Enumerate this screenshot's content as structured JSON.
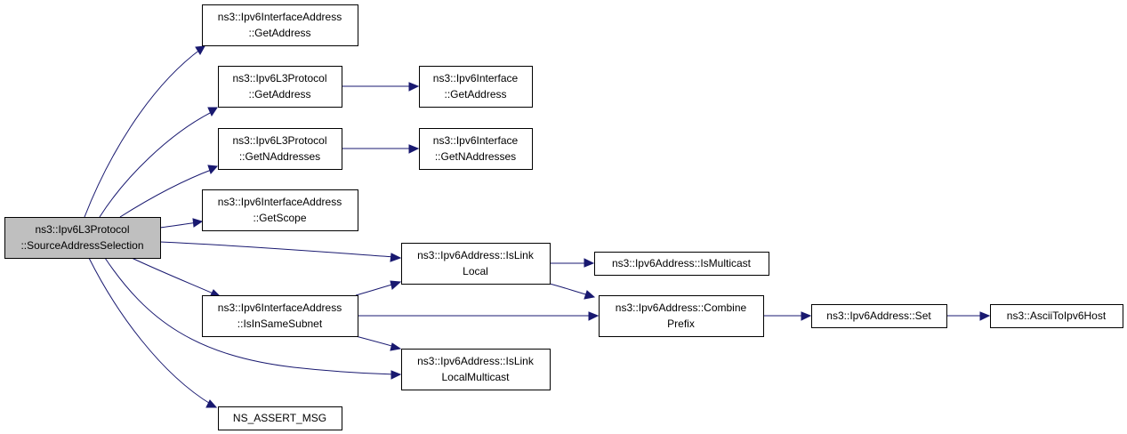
{
  "diagram": {
    "nodes": [
      {
        "id": "root",
        "lines": [
          "ns3::Ipv6L3Protocol",
          "::SourceAddressSelection"
        ],
        "highlighted": true
      },
      {
        "id": "ifaddr-getaddress",
        "lines": [
          "ns3::Ipv6InterfaceAddress",
          "::GetAddress"
        ]
      },
      {
        "id": "l3-getaddress",
        "lines": [
          "ns3::Ipv6L3Protocol",
          "::GetAddress"
        ]
      },
      {
        "id": "l3-getnaddresses",
        "lines": [
          "ns3::Ipv6L3Protocol",
          "::GetNAddresses"
        ]
      },
      {
        "id": "ifaddr-getscope",
        "lines": [
          "ns3::Ipv6InterfaceAddress",
          "::GetScope"
        ]
      },
      {
        "id": "ifaddr-isinsamesubnet",
        "lines": [
          "ns3::Ipv6InterfaceAddress",
          "::IsInSameSubnet"
        ]
      },
      {
        "id": "ns-assert-msg",
        "lines": [
          "NS_ASSERT_MSG"
        ]
      },
      {
        "id": "iface-getaddress",
        "lines": [
          "ns3::Ipv6Interface",
          "::GetAddress"
        ]
      },
      {
        "id": "iface-getnaddresses",
        "lines": [
          "ns3::Ipv6Interface",
          "::GetNAddresses"
        ]
      },
      {
        "id": "addr-islinklocal",
        "lines": [
          "ns3::Ipv6Address::IsLink",
          "Local"
        ]
      },
      {
        "id": "addr-islinklocalmulticast",
        "lines": [
          "ns3::Ipv6Address::IsLink",
          "LocalMulticast"
        ]
      },
      {
        "id": "addr-ismulticast",
        "lines": [
          "ns3::Ipv6Address::IsMulticast"
        ]
      },
      {
        "id": "addr-combineprefix",
        "lines": [
          "ns3::Ipv6Address::Combine",
          "Prefix"
        ]
      },
      {
        "id": "addr-set",
        "lines": [
          "ns3::Ipv6Address::Set"
        ]
      },
      {
        "id": "ascii-to-ipv6host",
        "lines": [
          "ns3::AsciiToIpv6Host"
        ]
      }
    ],
    "edges": [
      {
        "from": "root",
        "to": "ifaddr-getaddress"
      },
      {
        "from": "root",
        "to": "l3-getaddress"
      },
      {
        "from": "root",
        "to": "l3-getnaddresses"
      },
      {
        "from": "root",
        "to": "ifaddr-getscope"
      },
      {
        "from": "root",
        "to": "addr-islinklocal"
      },
      {
        "from": "root",
        "to": "ifaddr-isinsamesubnet"
      },
      {
        "from": "root",
        "to": "addr-islinklocalmulticast"
      },
      {
        "from": "root",
        "to": "ns-assert-msg"
      },
      {
        "from": "l3-getaddress",
        "to": "iface-getaddress"
      },
      {
        "from": "l3-getnaddresses",
        "to": "iface-getnaddresses"
      },
      {
        "from": "ifaddr-isinsamesubnet",
        "to": "addr-islinklocal"
      },
      {
        "from": "ifaddr-isinsamesubnet",
        "to": "addr-combineprefix"
      },
      {
        "from": "ifaddr-isinsamesubnet",
        "to": "addr-islinklocalmulticast"
      },
      {
        "from": "addr-islinklocal",
        "to": "addr-ismulticast"
      },
      {
        "from": "addr-islinklocal",
        "to": "addr-combineprefix"
      },
      {
        "from": "addr-combineprefix",
        "to": "addr-set"
      },
      {
        "from": "addr-set",
        "to": "ascii-to-ipv6host"
      }
    ],
    "colors": {
      "edge": "#191970",
      "node_border": "#000000",
      "root_fill": "#bfbfbf",
      "node_fill": "#ffffff"
    }
  }
}
